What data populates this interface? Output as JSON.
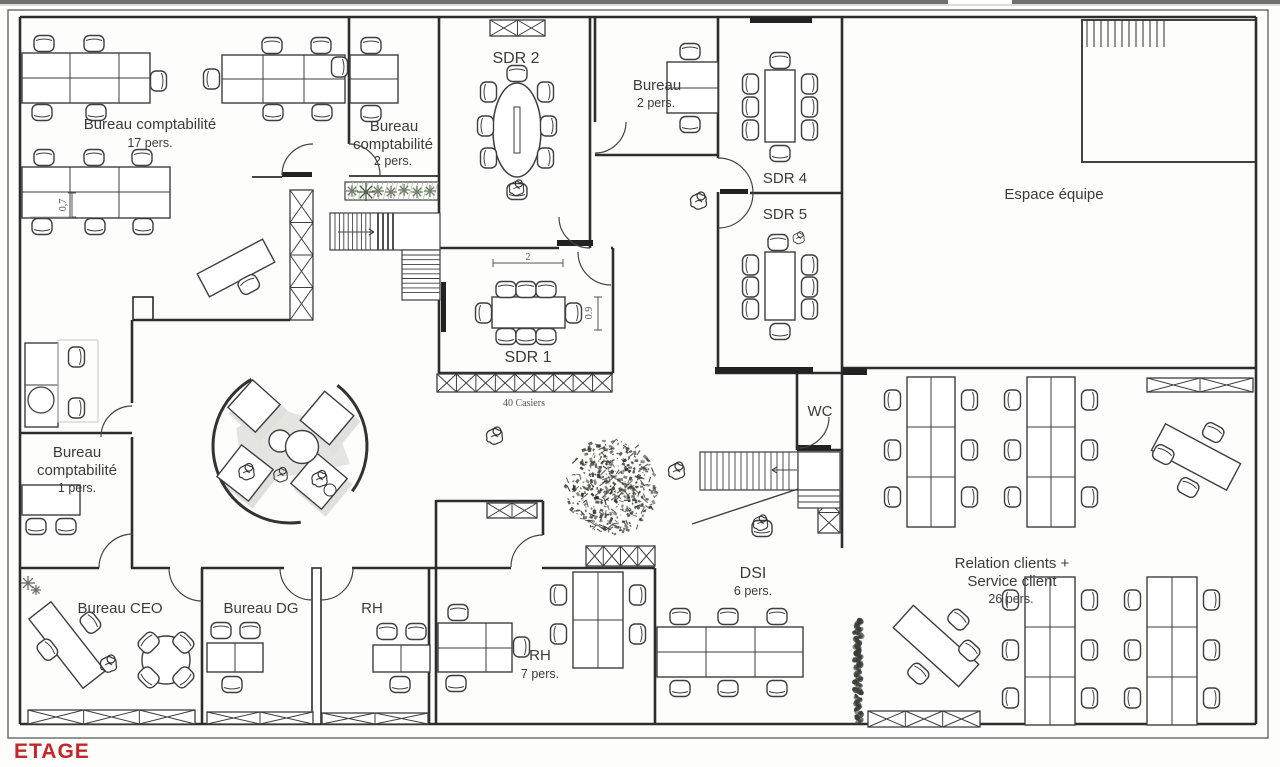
{
  "title": "ETAGE",
  "accent_color": "#c2272b",
  "rooms": {
    "compta17": {
      "name": "Bureau comptabilité",
      "capacity": "17 pers."
    },
    "compta2": {
      "line1": "Bureau",
      "line2": "comptabilité",
      "capacity": "2 pers."
    },
    "sdr2": {
      "name": "SDR 2"
    },
    "bureau2": {
      "name": "Bureau",
      "capacity": "2 pers."
    },
    "sdr4": {
      "name": "SDR 4"
    },
    "sdr5": {
      "name": "SDR 5"
    },
    "espace_equipe": {
      "name": "Espace équipe"
    },
    "sdr1": {
      "name": "SDR 1"
    },
    "casiers": {
      "name": "40 Casiers"
    },
    "wc": {
      "name": "WC"
    },
    "compta1": {
      "line1": "Bureau",
      "line2": "comptabilité",
      "capacity": "1 pers."
    },
    "ceo": {
      "name": "Bureau CEO"
    },
    "dg": {
      "name": "Bureau DG"
    },
    "rh": {
      "name": "RH"
    },
    "rh7": {
      "name": "RH",
      "capacity": "7 pers."
    },
    "dsi": {
      "name": "DSI",
      "capacity": "6 pers."
    },
    "relation": {
      "line1": "Relation clients +",
      "line2": "Service client",
      "capacity": "26 pers."
    }
  },
  "dimensions": {
    "sdr1_width": "2",
    "sdr1_depth": "0.9",
    "desk_depth": "0,7"
  }
}
